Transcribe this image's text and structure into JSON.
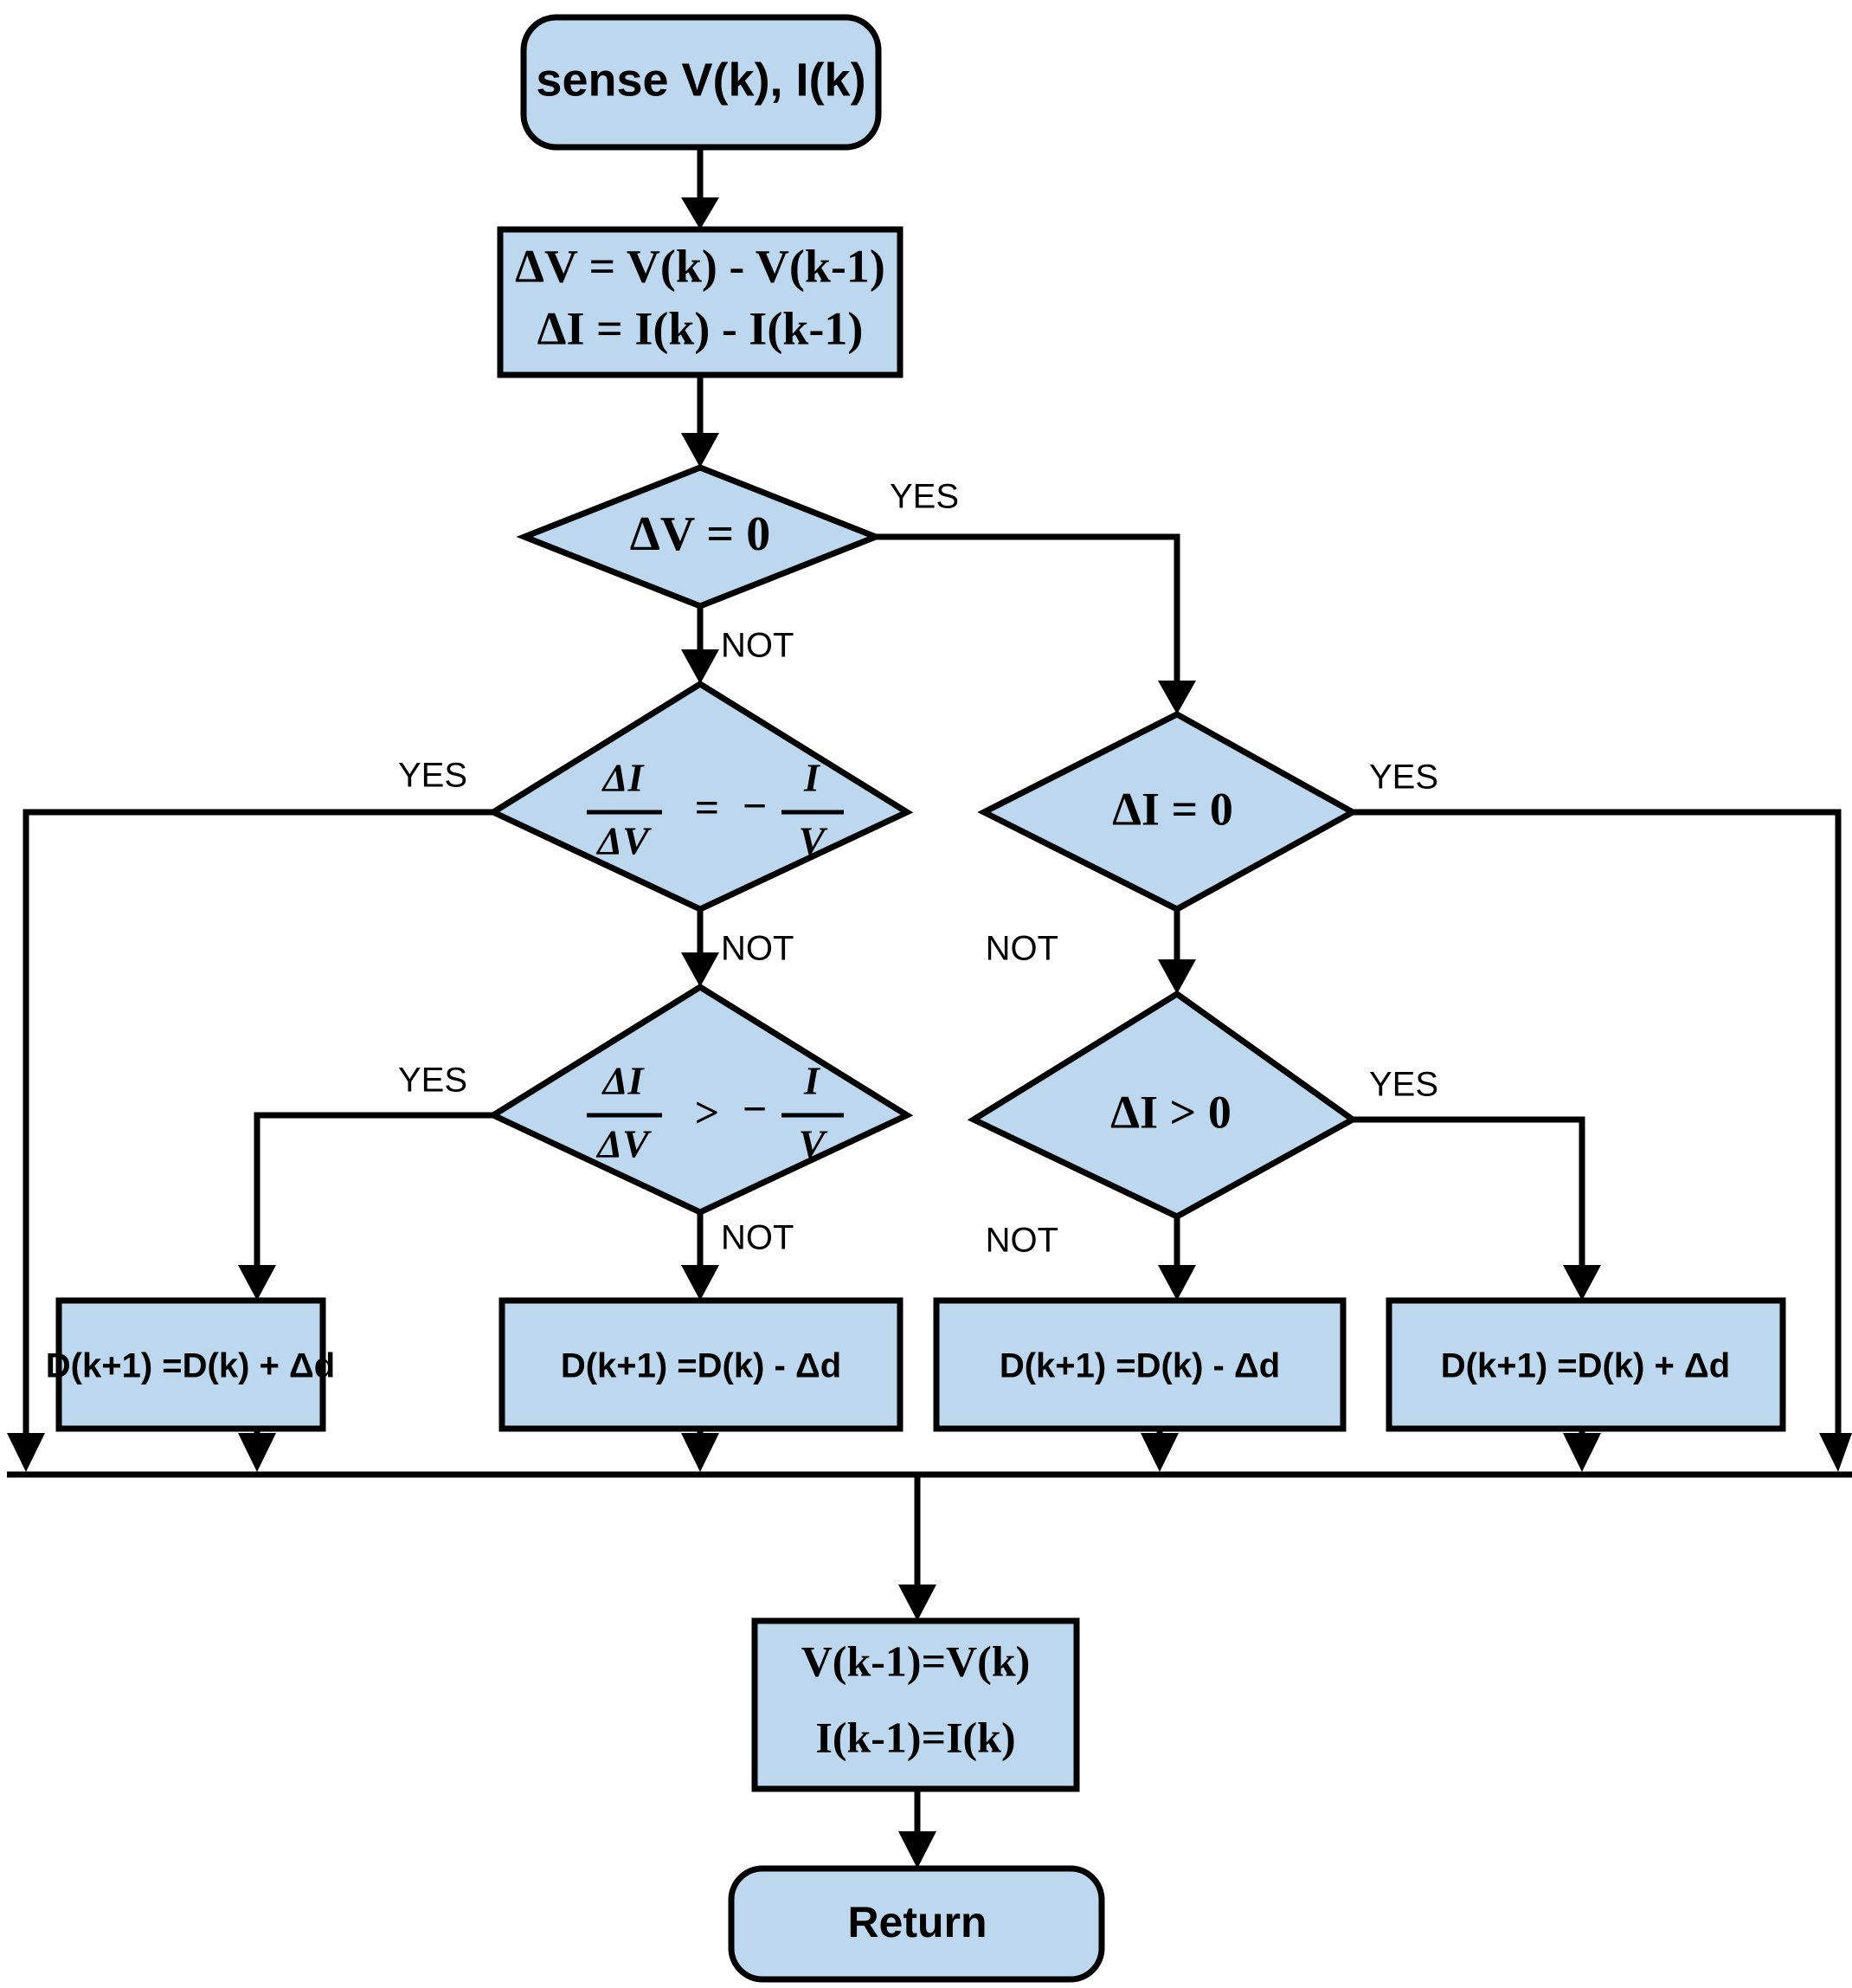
{
  "diagram": {
    "title": "Incremental Conductance MPPT flowchart",
    "fill_color": "#bdd7ee",
    "stroke_color": "#000000",
    "background": "#ffffff"
  },
  "nodes": {
    "start": {
      "label": "sense V(k), I(k)",
      "shape": "rounded-rectangle"
    },
    "delta_calc": {
      "line1": "ΔV =  V(k) - V(k-1)",
      "line2": "ΔI = I(k) - I(k-1)",
      "shape": "rectangle"
    },
    "dv_zero": {
      "label": "ΔV = 0",
      "shape": "diamond"
    },
    "cond_eq": {
      "numerator_left": "ΔI",
      "denominator_left": "ΔV",
      "operator": "=",
      "minus": "−",
      "numerator_right": "I",
      "denominator_right": "V",
      "shape": "diamond"
    },
    "cond_gt": {
      "numerator_left": "ΔI",
      "denominator_left": "ΔV",
      "operator": ">",
      "minus": "−",
      "numerator_right": "I",
      "denominator_right": "V",
      "shape": "diamond"
    },
    "di_zero": {
      "label": "ΔI = 0",
      "shape": "diamond"
    },
    "di_gt_zero": {
      "label": "ΔI > 0",
      "shape": "diamond"
    },
    "action1": {
      "label": "D(k+1) =D(k) + Δd",
      "shape": "rectangle"
    },
    "action2": {
      "label": "D(k+1) =D(k) - Δd",
      "shape": "rectangle"
    },
    "action3": {
      "label": "D(k+1) =D(k) - Δd",
      "shape": "rectangle"
    },
    "action4": {
      "label": "D(k+1) =D(k) + Δd",
      "shape": "rectangle"
    },
    "update": {
      "line1": "V(k-1)=V(k)",
      "line2": "I(k-1)=I(k)",
      "shape": "rectangle"
    },
    "end": {
      "label": "Return",
      "shape": "rounded-rectangle"
    }
  },
  "edge_labels": {
    "dv_zero_yes": "YES",
    "dv_zero_not": "NOT",
    "cond_eq_yes": "YES",
    "cond_eq_not": "NOT",
    "cond_gt_yes": "YES",
    "cond_gt_not": "NOT",
    "di_zero_yes": "YES",
    "di_zero_not": "NOT",
    "di_gt_yes": "YES",
    "di_gt_not": "NOT"
  }
}
